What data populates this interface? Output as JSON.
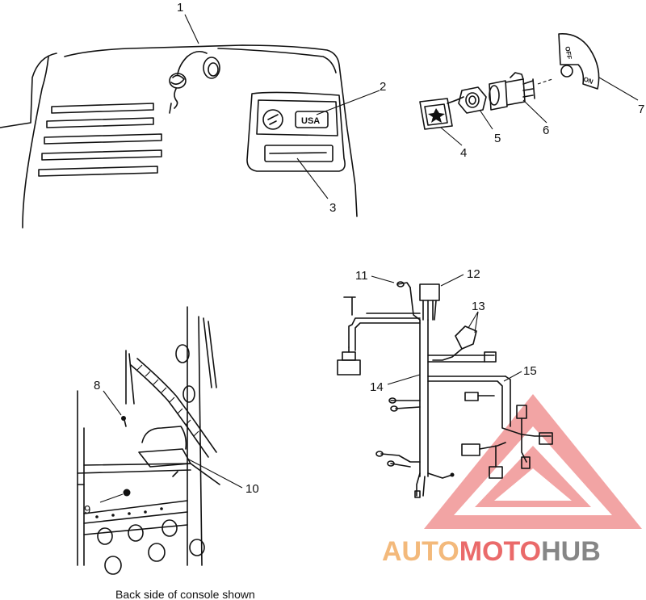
{
  "callouts": {
    "c1": "1",
    "c2": "2",
    "c3": "3",
    "c4": "4",
    "c5": "5",
    "c6": "6",
    "c7": "7",
    "c8": "8",
    "c9": "9",
    "c10": "10",
    "c11": "11",
    "c12": "12",
    "c13": "13",
    "c14": "14",
    "c15": "15"
  },
  "panel_labels": {
    "usa_badge": "USA",
    "switch_off": "OFF",
    "switch_on": "ON"
  },
  "caption": "Back side of console shown",
  "watermark": {
    "part1": "AUTO",
    "part2": "MOTO",
    "part3": "HUB",
    "color_auto": "#f2b26d",
    "color_moto": "#e85a5a",
    "color_hub": "#7a7a7a",
    "color_triangle": "#e85a5a"
  }
}
